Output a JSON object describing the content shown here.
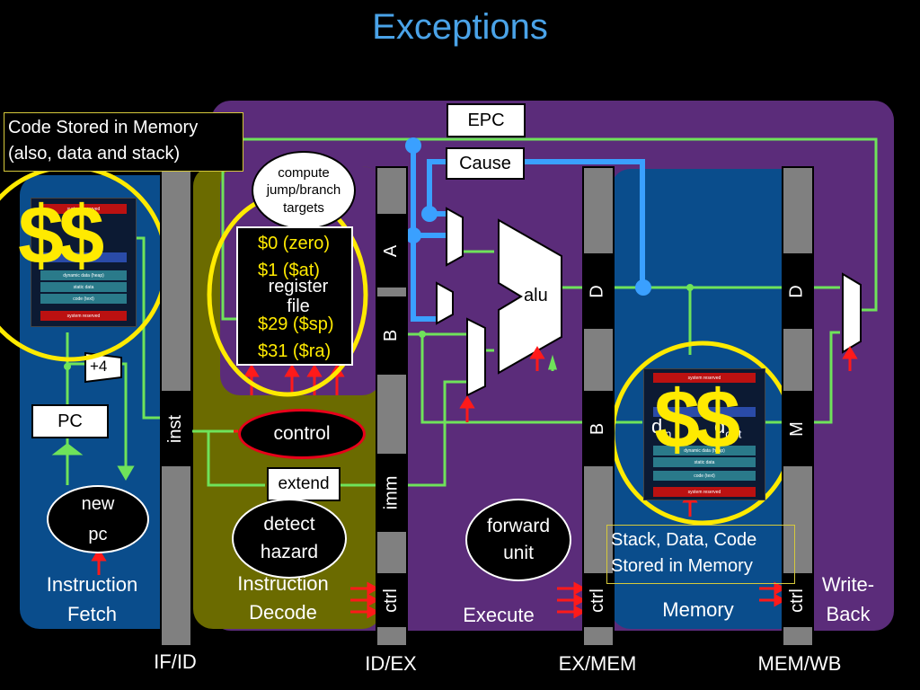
{
  "title": "Exceptions",
  "stages": {
    "fetch": "Instruction\nFetch",
    "decode": "Instruction\nDecode",
    "execute": "Execute",
    "memory": "Memory",
    "writeback": "Write-\nBack"
  },
  "pipeline_registers": {
    "ifid": "IF/ID",
    "idex": "ID/EX",
    "exmem": "EX/MEM",
    "memwb": "MEM/WB"
  },
  "register_fields": {
    "inst": "inst",
    "a": "A",
    "b": "B",
    "imm": "imm",
    "ctrl": "ctrl",
    "d": "D",
    "m": "M"
  },
  "blocks": {
    "epc": "EPC",
    "cause": "Cause",
    "compute": "compute\njump/branch\ntargets",
    "register_file": "register\nfile",
    "registers": [
      "$0 (zero)",
      "$1 ($at)",
      "$29 ($sp)",
      "$31 ($ra)"
    ],
    "control": "control",
    "extend": "extend",
    "detect_hazard": "detect\nhazard",
    "forward_unit": "forward\nunit",
    "alu": "alu",
    "plus4": "+4",
    "pc": "PC",
    "new_pc": "new\npc",
    "mem_din": "d",
    "mem_din_sub": "in",
    "mem_dout": "d",
    "mem_dout_sub": "out"
  },
  "notes": {
    "code_mem": "Code Stored in Memory\n(also, data and stack)",
    "stack_mem": "Stack, Data, Code\nStored in Memory"
  },
  "highlights": {
    "dollar_left": "$$",
    "dollar_right": "$$"
  },
  "memory_map": {
    "system_reserved": "system reserved",
    "stack": "stack",
    "dynamic_data": "dynamic data (heap)",
    "static_data": "static data",
    "code": "code (text)",
    "bottom": "system reserved"
  },
  "colors": {
    "title": "#4aa3e8",
    "fetch": "#0a4d8c",
    "decode": "#6b6b00",
    "execute": "#5b2c7a",
    "memory": "#0a4d8c",
    "wire_green": "#6fe35a",
    "wire_blue": "#3aa0ff",
    "highlight": "#ffea00",
    "signal_red": "#ff1a1a"
  }
}
